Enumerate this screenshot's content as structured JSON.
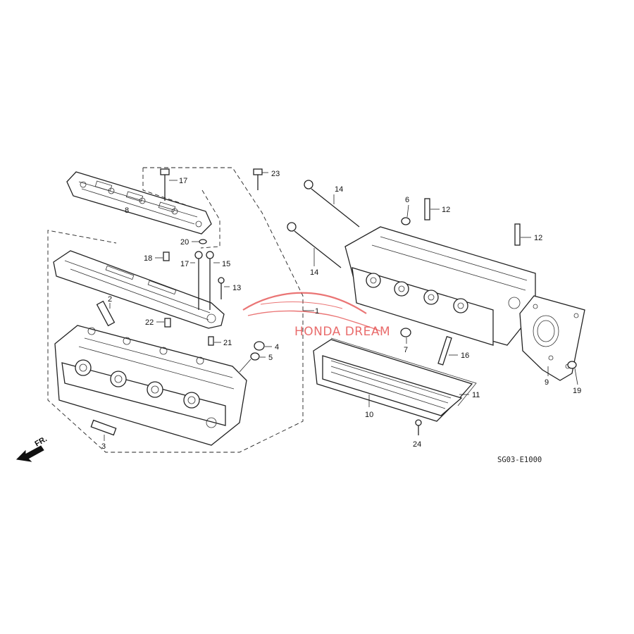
{
  "diagram": {
    "catalog_code": "SG03-E1000",
    "direction_label": "FR.",
    "watermark": {
      "text": "HONDA DREAM",
      "color": "#e23b3b"
    },
    "callouts": [
      {
        "id": "c1",
        "label": "1"
      },
      {
        "id": "c2",
        "label": "2"
      },
      {
        "id": "c3",
        "label": "3"
      },
      {
        "id": "c4",
        "label": "4"
      },
      {
        "id": "c5",
        "label": "5"
      },
      {
        "id": "c6",
        "label": "6"
      },
      {
        "id": "c7",
        "label": "7"
      },
      {
        "id": "c8",
        "label": "8"
      },
      {
        "id": "c9",
        "label": "9"
      },
      {
        "id": "c10",
        "label": "10"
      },
      {
        "id": "c11",
        "label": "11"
      },
      {
        "id": "c12a",
        "label": "12"
      },
      {
        "id": "c12b",
        "label": "12"
      },
      {
        "id": "c13",
        "label": "13"
      },
      {
        "id": "c14a",
        "label": "14"
      },
      {
        "id": "c14b",
        "label": "14"
      },
      {
        "id": "c15",
        "label": "15"
      },
      {
        "id": "c16",
        "label": "16"
      },
      {
        "id": "c17a",
        "label": "17"
      },
      {
        "id": "c17b",
        "label": "17"
      },
      {
        "id": "c18",
        "label": "18"
      },
      {
        "id": "c19",
        "label": "19"
      },
      {
        "id": "c20",
        "label": "20"
      },
      {
        "id": "c21",
        "label": "21"
      },
      {
        "id": "c22",
        "label": "22"
      },
      {
        "id": "c23",
        "label": "23"
      },
      {
        "id": "c24",
        "label": "24"
      }
    ]
  }
}
